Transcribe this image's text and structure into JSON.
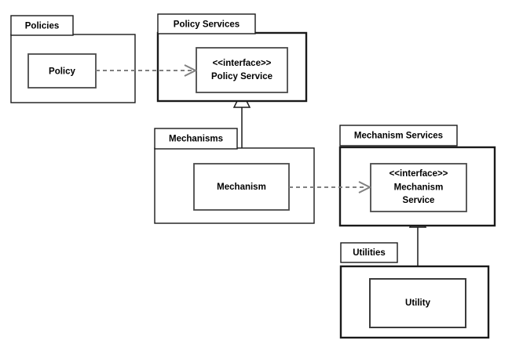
{
  "diagram": {
    "type": "uml-package-diagram",
    "background_color": "#ffffff",
    "line_color": "#1a1a1a",
    "dependency_color": "#808080",
    "packages": [
      {
        "id": "policies",
        "name": "Policies",
        "classes": [
          {
            "id": "policy",
            "name": "Policy",
            "stereotype": ""
          }
        ]
      },
      {
        "id": "policy-services",
        "name": "Policy Services",
        "classes": [
          {
            "id": "policy-service",
            "name": "Policy Service",
            "stereotype": "<<interface>>"
          }
        ]
      },
      {
        "id": "mechanisms",
        "name": "Mechanisms",
        "classes": [
          {
            "id": "mechanism",
            "name": "Mechanism",
            "stereotype": ""
          }
        ]
      },
      {
        "id": "mechanism-services",
        "name": "Mechanism Services",
        "classes": [
          {
            "id": "mechanism-service",
            "name_line1": "Mechanism",
            "name_line2": "Service",
            "stereotype": "<<interface>>"
          }
        ]
      },
      {
        "id": "utilities",
        "name": "Utilities",
        "classes": [
          {
            "id": "utility",
            "name": "Utility",
            "stereotype": ""
          }
        ]
      }
    ],
    "relationships": [
      {
        "id": "policy-depends-policy-service",
        "kind": "dependency",
        "style": "dashed-open-arrow",
        "from": "Policy",
        "to": "Policy Service"
      },
      {
        "id": "mechanism-depends-mechanism-service",
        "kind": "dependency",
        "style": "dashed-open-arrow",
        "from": "Mechanism",
        "to": "Mechanism Service"
      },
      {
        "id": "mechanism-realizes-policy-service",
        "kind": "generalization",
        "style": "solid-hollow-triangle",
        "from": "Mechanism",
        "to": "Policy Service"
      },
      {
        "id": "utility-realizes-mechanism-service",
        "kind": "generalization",
        "style": "solid-hollow-triangle",
        "from": "Utility",
        "to": "Mechanism Service"
      }
    ]
  }
}
